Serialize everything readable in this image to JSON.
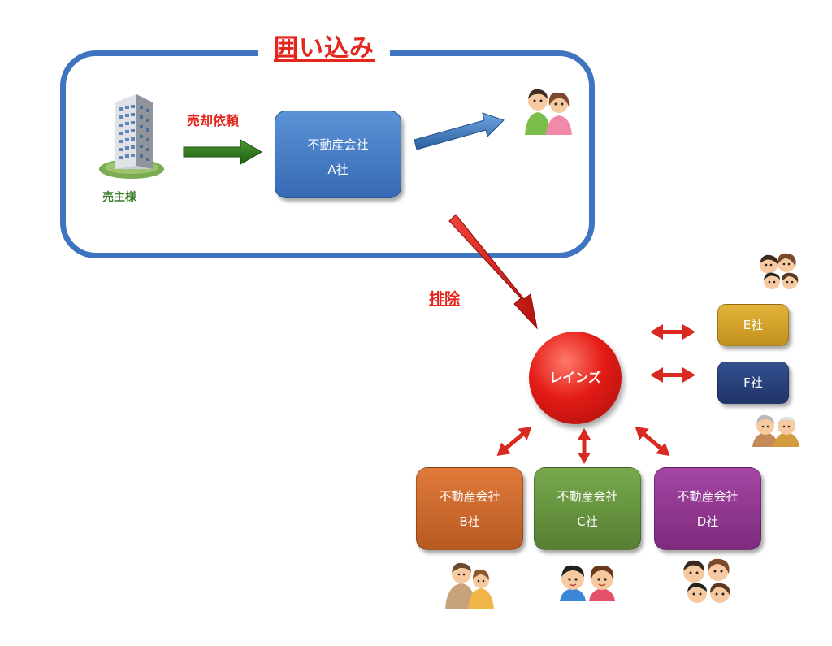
{
  "title": "囲い込み",
  "labels": {
    "sell_request": "売却依頼",
    "seller": "売主様",
    "exclusion": "排除"
  },
  "hub": {
    "name": "レインズ"
  },
  "companies": {
    "a": {
      "line1": "不動産会社",
      "line2": "A社"
    },
    "b": {
      "line1": "不動産会社",
      "line2": "B社"
    },
    "c": {
      "line1": "不動産会社",
      "line2": "C社"
    },
    "d": {
      "line1": "不動産会社",
      "line2": "D社"
    },
    "e": {
      "label": "E社"
    },
    "f": {
      "label": "F社"
    }
  },
  "colors": {
    "frame": "#3f74c0",
    "accent_red": "#e4261c",
    "company_a": "#4a7fc8",
    "company_b": "#cc6a2c",
    "company_c": "#68943f",
    "company_d": "#902f8f",
    "company_e": "#d4a22a",
    "company_f": "#2a437c"
  },
  "icons": [
    "building-icon",
    "couple-icon",
    "family-icon",
    "elderly-couple-icon",
    "parent-child-icon",
    "kids-icon"
  ]
}
